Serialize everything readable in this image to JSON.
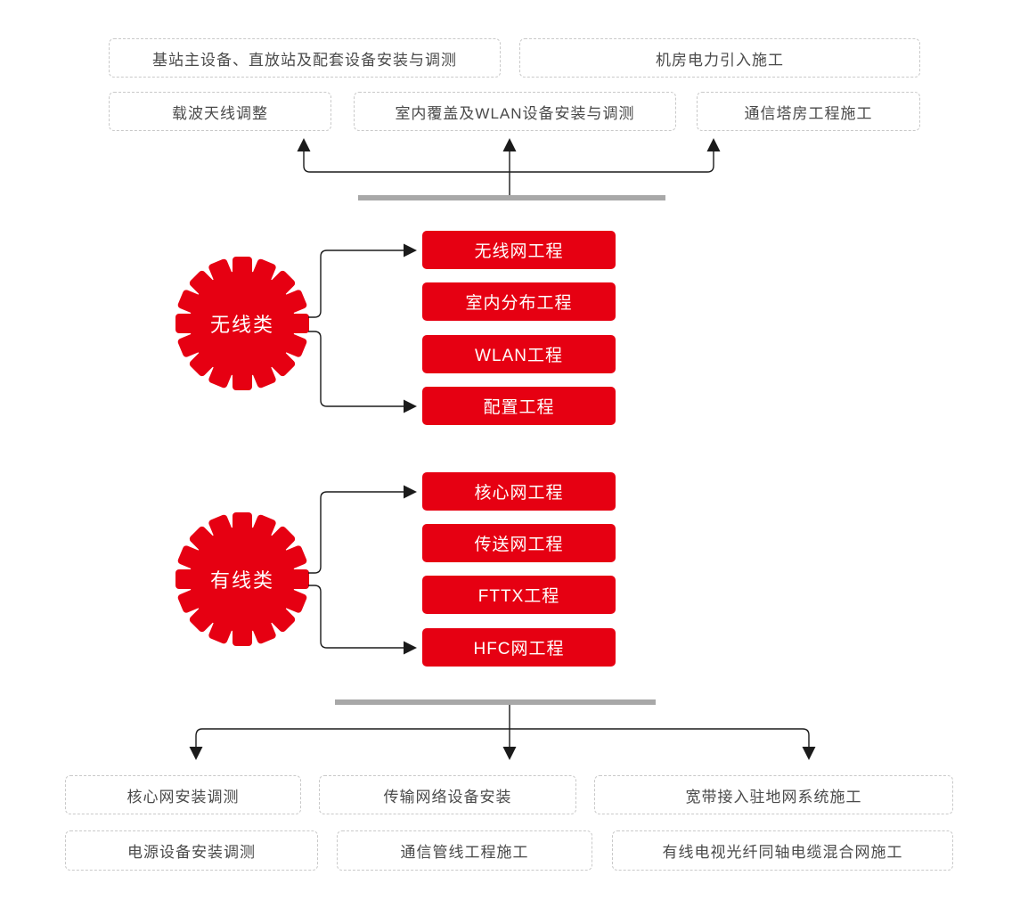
{
  "colors": {
    "accent_red": "#e60012",
    "bar_gray": "#a8a8a8",
    "dashed_border": "#c9c9c9",
    "dashed_box_text": "#4a4a4a",
    "connector_line": "#1b1b1b",
    "red_box_text": "#ffffff"
  },
  "top": {
    "row1": [
      "基站主设备、直放站及配套设备安装与调测",
      "机房电力引入施工"
    ],
    "row2": [
      "载波天线调整",
      "室内覆盖及WLAN设备安装与调测",
      "通信塔房工程施工"
    ]
  },
  "groups": [
    {
      "category": "无线类",
      "items": [
        "无线网工程",
        "室内分布工程",
        "WLAN工程",
        "配置工程"
      ]
    },
    {
      "category": "有线类",
      "items": [
        "核心网工程",
        "传送网工程",
        "FTTX工程",
        "HFC网工程"
      ]
    }
  ],
  "bottom": {
    "row1": [
      "核心网安装调测",
      "传输网络设备安装",
      "宽带接入驻地网系统施工"
    ],
    "row2": [
      "电源设备安装调测",
      "通信管线工程施工",
      "有线电视光纤同轴电缆混合网施工"
    ]
  }
}
